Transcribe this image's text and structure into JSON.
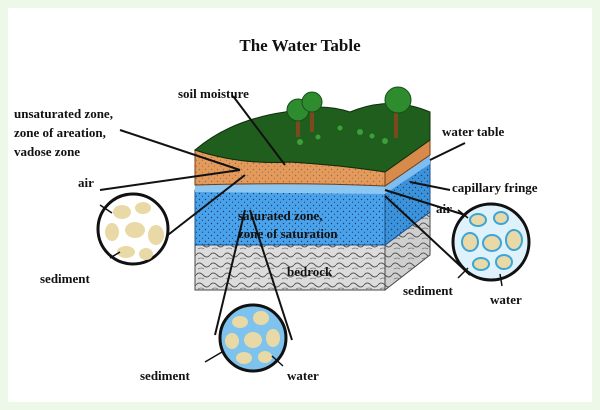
{
  "title": "The Water Table",
  "labels": {
    "soil_moisture": "soil moisture",
    "unsaturated_line1": "unsaturated zone,",
    "unsaturated_line2": "zone of areation,",
    "unsaturated_line3": "vadose zone",
    "water_table": "water table",
    "capillary_fringe": "capillary fringe",
    "saturated_line1": "saturated zone,",
    "saturated_line2": "zone of saturation",
    "bedrock": "bedrock",
    "left_air": "air",
    "left_sediment": "sediment",
    "right_air": "air",
    "right_sediment": "sediment",
    "right_water": "water",
    "bottom_sediment": "sediment",
    "bottom_water": "water"
  },
  "colors": {
    "grass": "#1f5e1c",
    "soil": "#e59a5a",
    "saturated": "#4aa3ea",
    "bedrock": "#d9d9d9",
    "sediment": "#e9d9a6",
    "tree_foliage": "#2e8b2e",
    "tree_trunk": "#7a4a1e"
  }
}
